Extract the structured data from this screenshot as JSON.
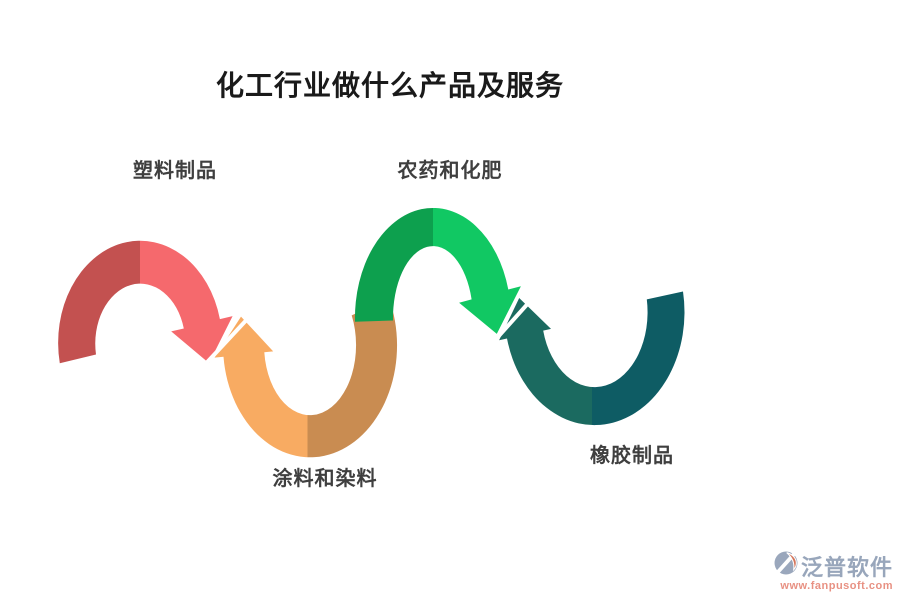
{
  "title": "化工行业做什么产品及服务",
  "diagram": {
    "items": [
      {
        "label": "塑料制品",
        "color_left": "#c35150",
        "color_right": "#f5696d"
      },
      {
        "label": "涂料和染料",
        "color_left": "#f8ab62",
        "color_right": "#c98c51"
      },
      {
        "label": "农药和化肥",
        "color_left": "#0da04e",
        "color_right": "#11c863"
      },
      {
        "label": "橡胶制品",
        "color_left": "#1b6a60",
        "color_right": "#0e5c64"
      }
    ]
  },
  "watermark": {
    "brand": "泛普软件",
    "url": "www.fanpusoft.com",
    "brand_color": "#98a6bb",
    "url_color": "#e89183",
    "logo_gray": "#9aa7bc",
    "logo_orange": "#d4745a"
  }
}
